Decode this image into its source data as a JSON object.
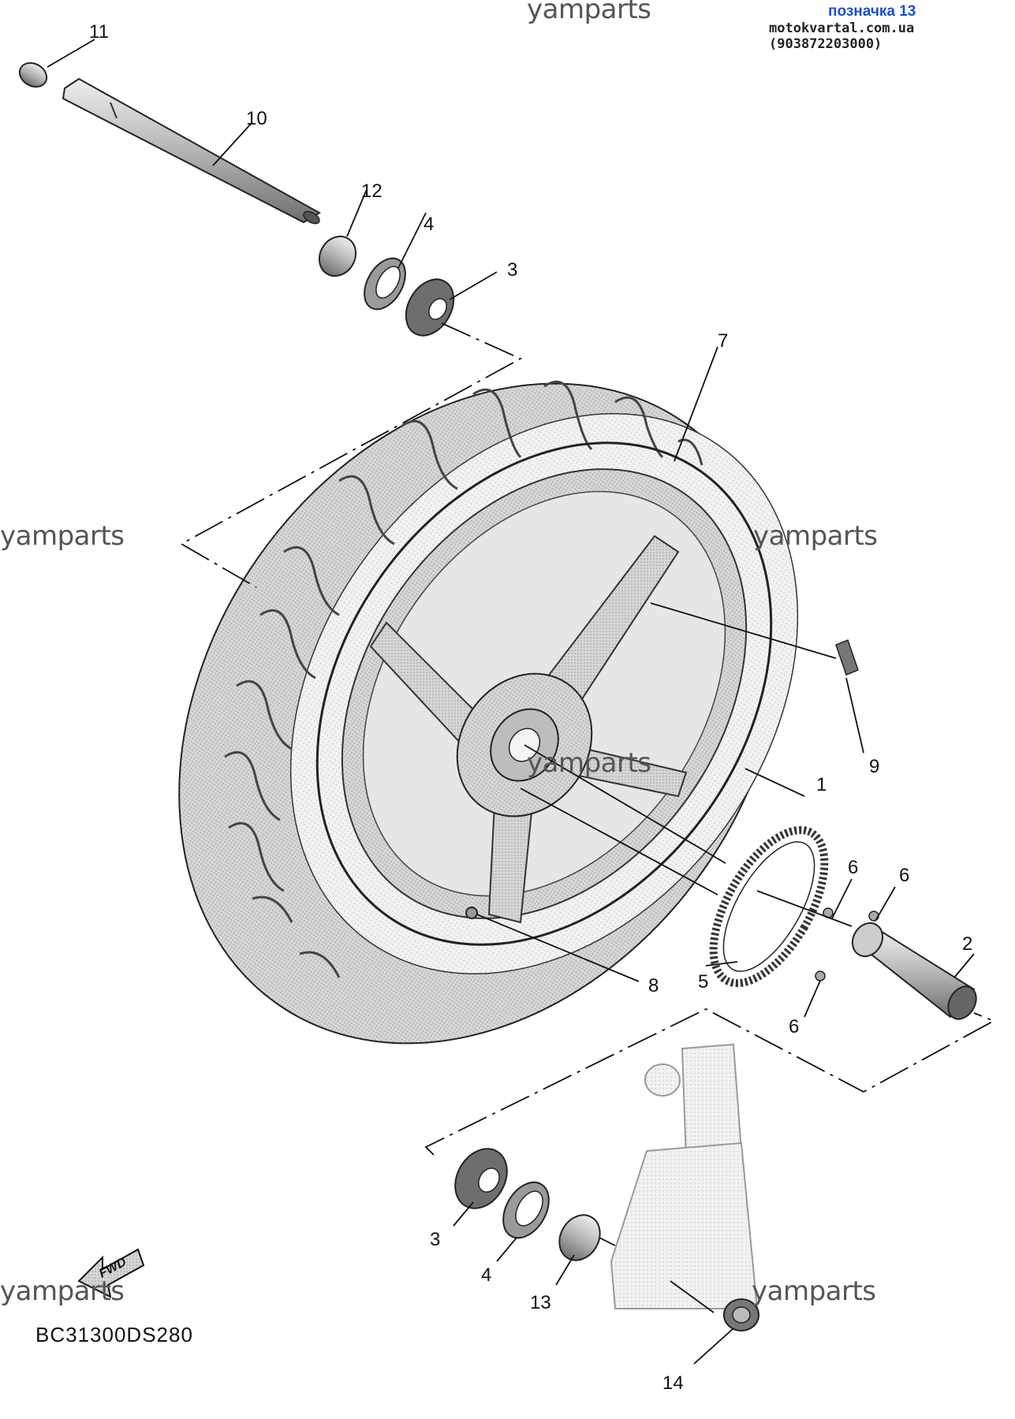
{
  "header": {
    "tag": "позначка 13",
    "site": "motokvartal.com.ua (903872203000)"
  },
  "watermark": "yamparts",
  "diagram_code": "BC31300DS280",
  "fwd_label": "FWD",
  "callouts": {
    "c1": "1",
    "c2": "2",
    "c3a": "3",
    "c3b": "3",
    "c4a": "4",
    "c4b": "4",
    "c5": "5",
    "c6a": "6",
    "c6b": "6",
    "c6c": "6",
    "c7": "7",
    "c8": "8",
    "c9": "9",
    "c10": "10",
    "c11": "11",
    "c12": "12",
    "c13": "13",
    "c14": "14"
  },
  "colors": {
    "part_fill": "#c8c8c8",
    "part_dark": "#8a8a8a",
    "line": "#111111",
    "tag_blue": "#1f4fc4"
  }
}
